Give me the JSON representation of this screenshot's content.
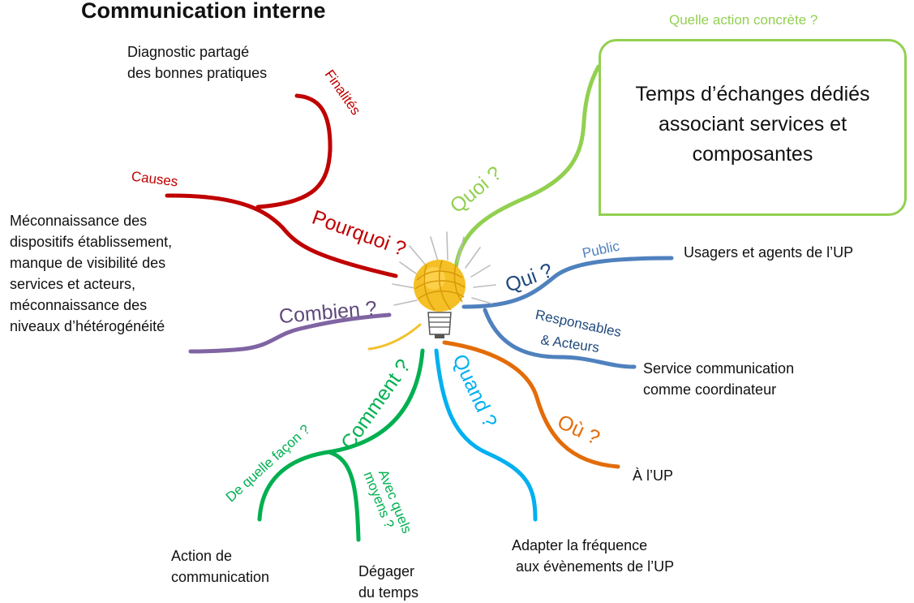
{
  "title": "Communication interne",
  "hub_icon": "yarn-ball-lightbulb-icon",
  "colors": {
    "pourquoi": "#c00000",
    "quoi": "#92d050",
    "qui": "#4f81bd",
    "combien": "#8064a2",
    "comment": "#00b050",
    "quand": "#00b0f0",
    "ou": "#e36c09",
    "yellow": "#f2c12e"
  },
  "branches": {
    "pourquoi": "Pourquoi ?",
    "quoi": "Quoi ?",
    "qui": "Qui ?",
    "combien": "Combien ?",
    "comment": "Comment ?",
    "quand": "Quand ?",
    "ou": "Où ?"
  },
  "sub_branches": {
    "finalites": "Finalités",
    "causes": "Causes",
    "public": "Public",
    "responsables_1": "Responsables",
    "responsables_2": "& Acteurs",
    "quelle_action": "Quelle action concrète ?",
    "de_quelle_facon": "De quelle façon ?",
    "avec_quels_1": "Avec quels",
    "avec_quels_2": "moyens ?"
  },
  "notes": {
    "diagnostic": "Diagnostic partagé\ndes bonnes pratiques",
    "meconnaissance": "Méconnaissance des\ndispositifs établissement,\nmanque de visibilité des\nservices et acteurs,\nméconnaissance des\nniveaux d’hétérogénéité",
    "usagers": "Usagers et agents de l’UP",
    "service_comm": "Service communication\ncomme coordinateur",
    "a_lup": "À l’UP",
    "adapter": "Adapter la fréquence\n aux évènements de l’UP",
    "action_comm": "Action de\ncommunication",
    "degager": "Dégager\ndu temps",
    "box": "Temps d’échanges dédiés\nassociant services et\ncomposantes"
  }
}
